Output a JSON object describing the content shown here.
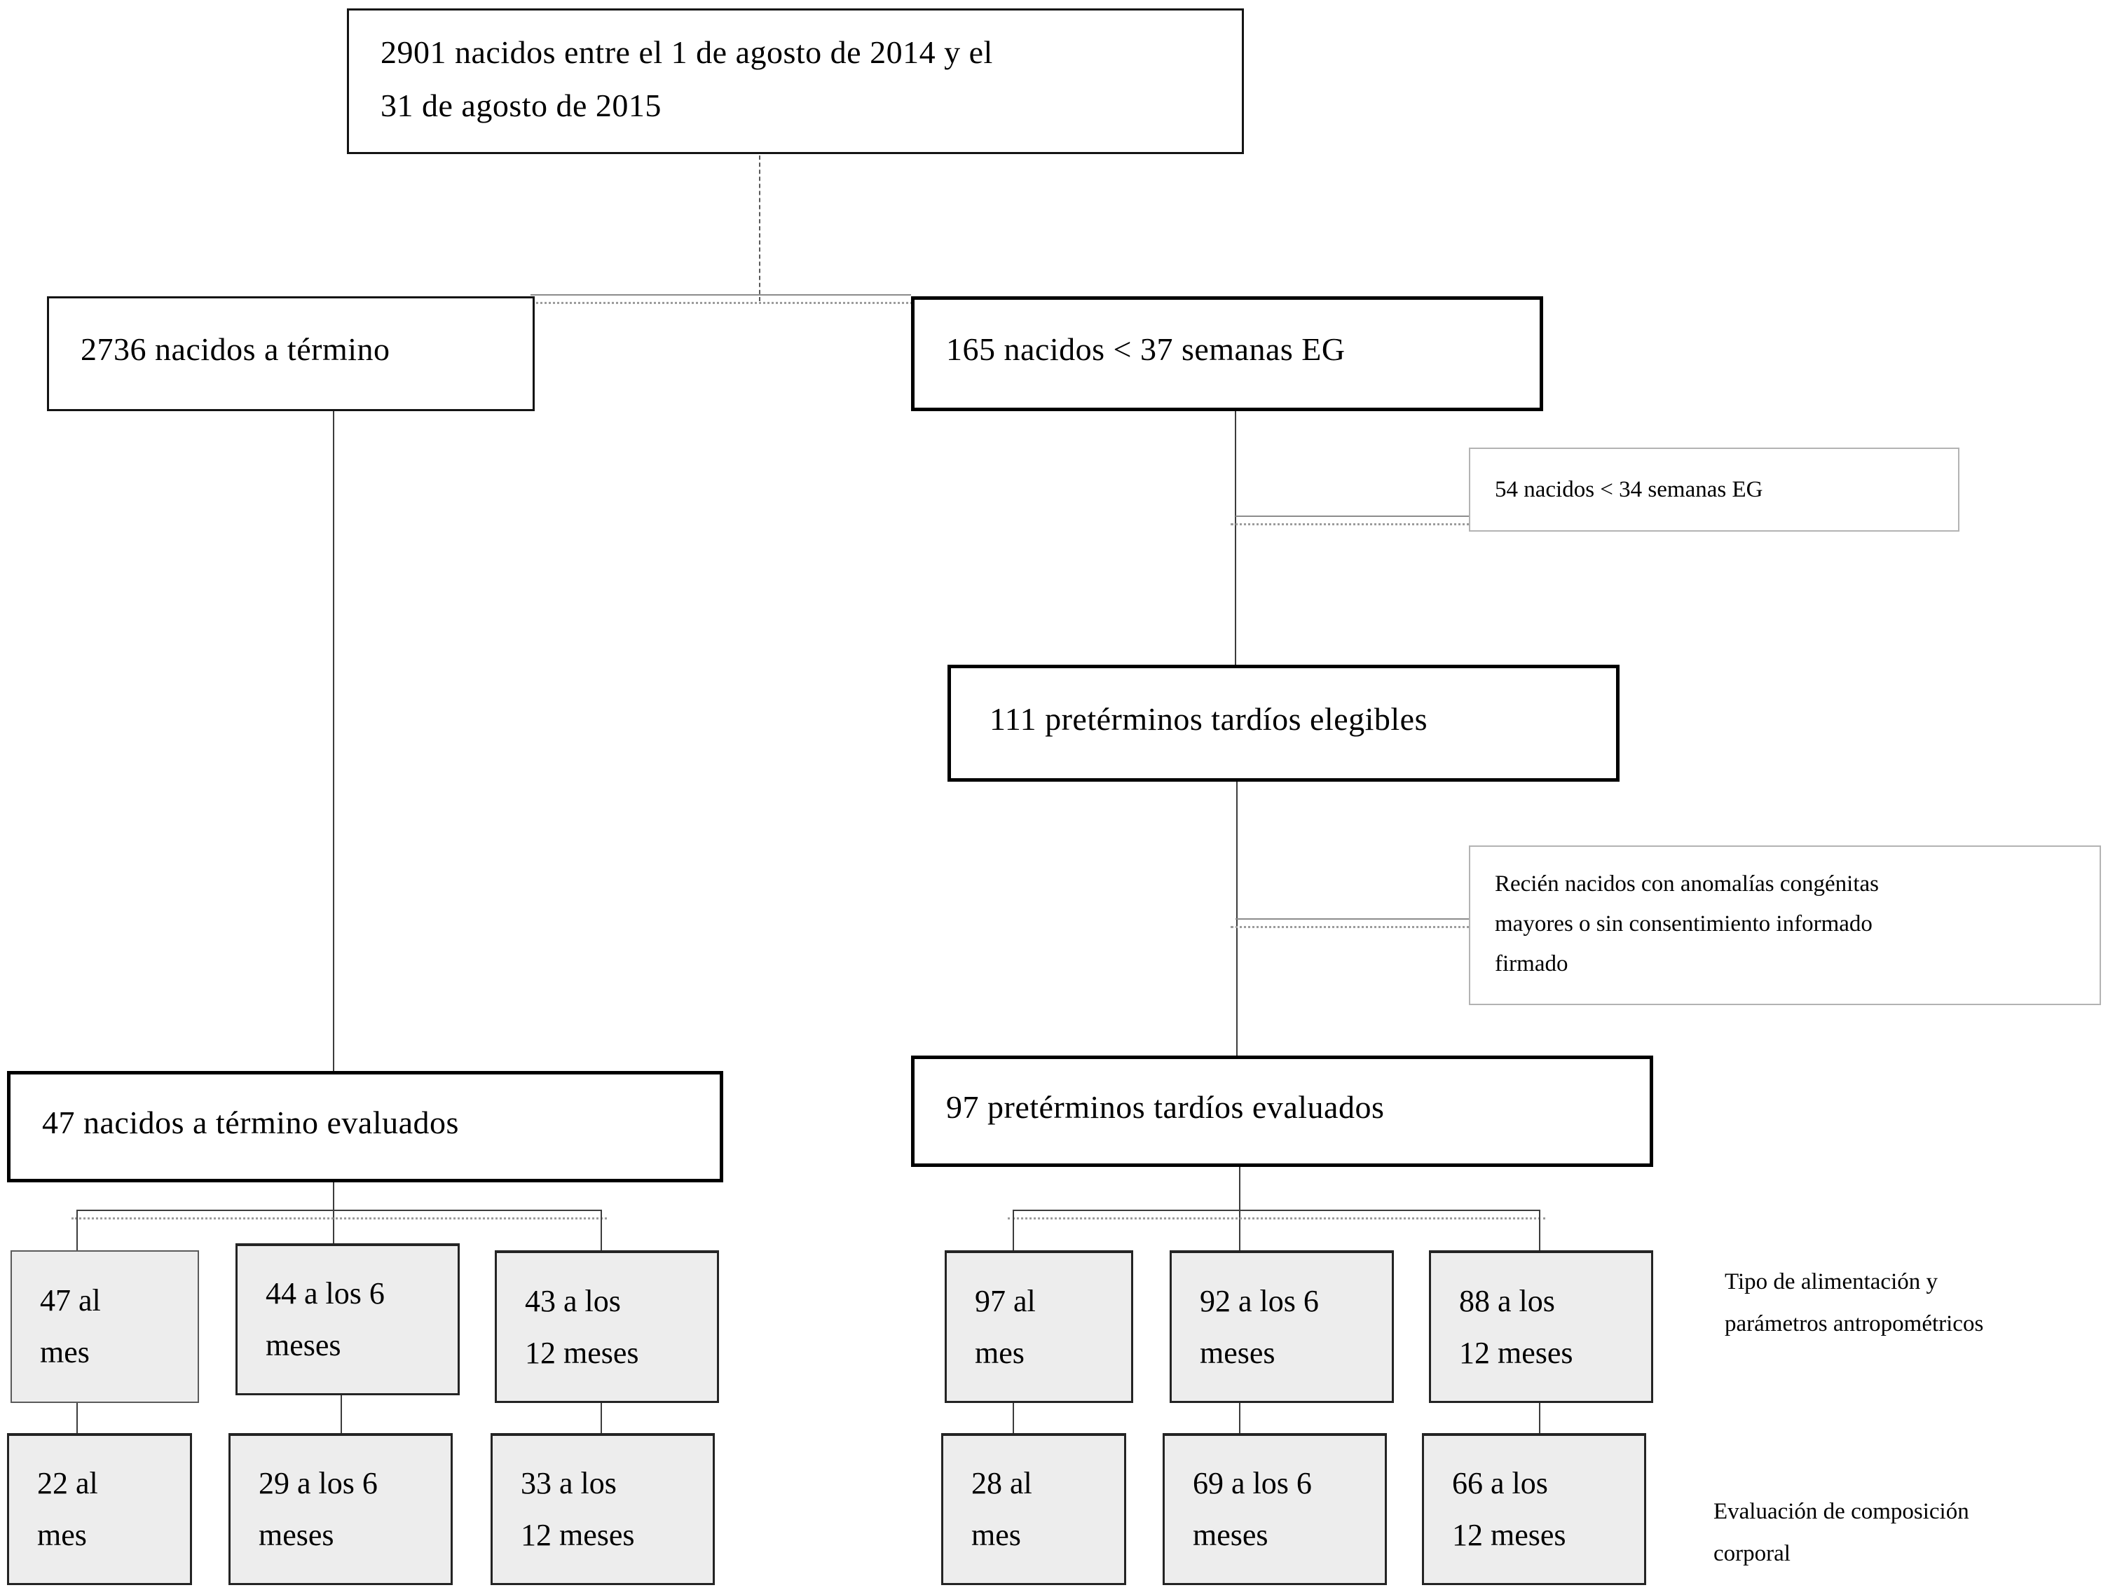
{
  "flowchart": {
    "top": {
      "line1": "2901 nacidos entre el 1 de agosto de 2014 y el",
      "line2": "31 de agosto de 2015"
    },
    "term": {
      "label": "2736 nacidos a término"
    },
    "preterm": {
      "label": "165 nacidos < 37 semanas EG"
    },
    "excluded_lt34": {
      "label": "54 nacidos < 34 semanas EG"
    },
    "eligible": {
      "label": "111 pretérminos tardíos elegibles"
    },
    "excluded_anomalies": {
      "line1": "Recién nacidos con anomalías congénitas",
      "line2": "mayores o sin consentimiento informado",
      "line3": "firmado"
    },
    "term_evaluated": {
      "label": "47 nacidos a término evaluados"
    },
    "preterm_evaluated": {
      "label": "97 pretérminos tardíos evaluados"
    },
    "term_followup": {
      "row1": [
        {
          "l1": "47 al",
          "l2": "mes"
        },
        {
          "l1": "44 a los 6",
          "l2": "meses"
        },
        {
          "l1": "43 a los",
          "l2": "12 meses"
        }
      ],
      "row2": [
        {
          "l1": "22 al",
          "l2": "mes"
        },
        {
          "l1": "29 a los 6",
          "l2": "meses"
        },
        {
          "l1": "33 a los",
          "l2": "12 meses"
        }
      ]
    },
    "preterm_followup": {
      "row1": [
        {
          "l1": "97 al",
          "l2": "mes"
        },
        {
          "l1": "92 a los 6",
          "l2": "meses"
        },
        {
          "l1": "88 a los",
          "l2": "12 meses"
        }
      ],
      "row2": [
        {
          "l1": "28 al",
          "l2": "mes"
        },
        {
          "l1": "69 a los 6",
          "l2": "meses"
        },
        {
          "l1": "66 a los",
          "l2": "12 meses"
        }
      ]
    },
    "annotations": {
      "anthro": {
        "line1": "Tipo de alimentación y",
        "line2": "parámetros antropométricos"
      },
      "bodycomp": {
        "line1": "Evaluación de composición",
        "line2": "corporal"
      }
    },
    "colors": {
      "followup_box_fill": "#ededed",
      "emphasis_border": "#000000",
      "light_border": "#b3b3b3",
      "text": "#000000"
    }
  }
}
